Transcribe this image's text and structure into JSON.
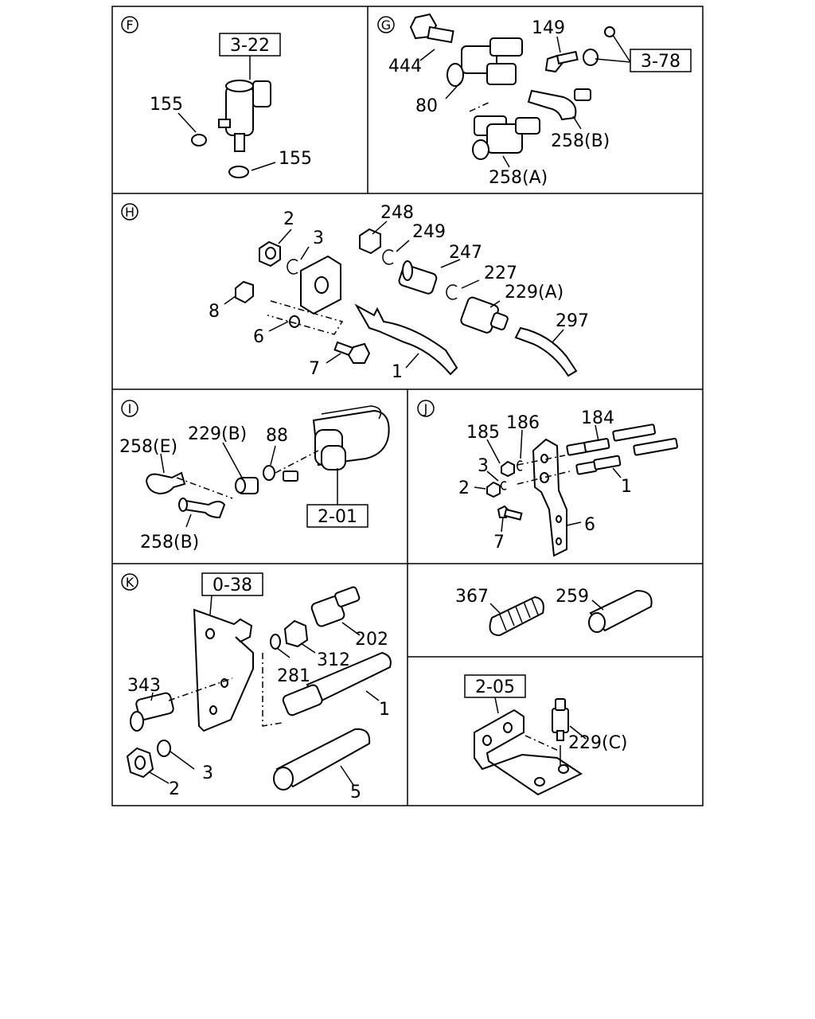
{
  "sections": {
    "F": {
      "letter": "F",
      "ref": "3-22",
      "labels": {
        "a": "155",
        "b": "155"
      }
    },
    "G": {
      "letter": "G",
      "ref": "3-78",
      "labels": {
        "444": "444",
        "149": "149",
        "80": "80",
        "258B": "258(B)",
        "258A": "258(A)"
      }
    },
    "H": {
      "letter": "H",
      "labels": {
        "2": "2",
        "3": "3",
        "248": "248",
        "249": "249",
        "247": "247",
        "227": "227",
        "229A": "229(A)",
        "8": "8",
        "6": "6",
        "297": "297",
        "7": "7",
        "1": "1"
      }
    },
    "I": {
      "letter": "I",
      "ref": "2-01",
      "labels": {
        "258E": "258(E)",
        "229B": "229(B)",
        "88": "88",
        "258B": "258(B)"
      }
    },
    "J": {
      "letter": "J",
      "labels": {
        "185": "185",
        "186": "186",
        "184": "184",
        "3": "3",
        "2": "2",
        "1": "1",
        "6": "6",
        "7": "7"
      }
    },
    "K": {
      "letter": "K",
      "ref": "0-38",
      "labels": {
        "202": "202",
        "312": "312",
        "281": "281",
        "343": "343",
        "1": "1",
        "3": "3",
        "2": "2",
        "5": "5"
      }
    },
    "L": {
      "labels": {
        "367": "367",
        "259": "259"
      }
    },
    "M": {
      "ref": "2-05",
      "labels": {
        "229C": "229(C)"
      }
    }
  }
}
